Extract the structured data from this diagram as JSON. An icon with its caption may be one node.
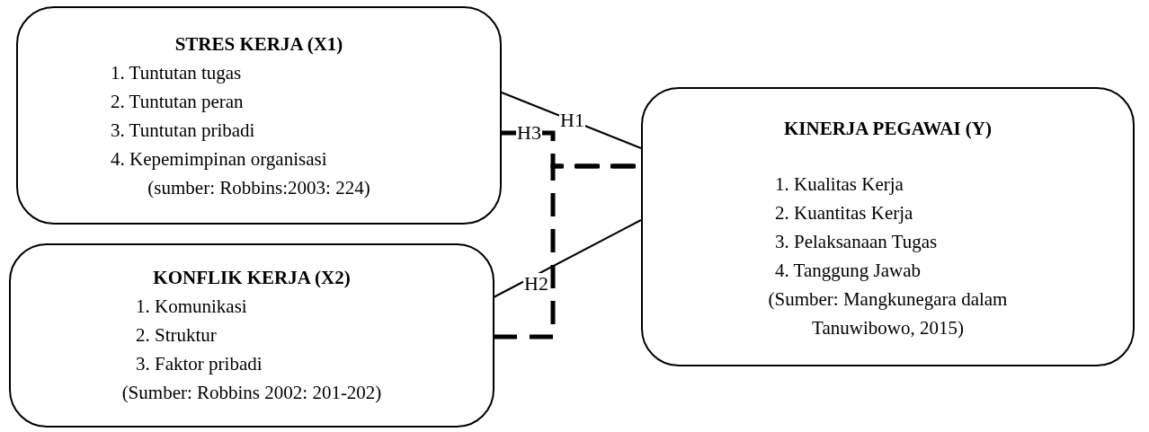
{
  "diagram": {
    "nodes": [
      {
        "text": [
          "STRES KERJA (X1)",
          "1. Tuntutan tugas",
          "2. Tuntutan peran",
          "3. Tuntutan pribadi",
          "4. Kepemimpinan organisasi",
          "(sumber: Robbins:2003: 224)"
        ]
      },
      {
        "text": [
          "KONFLIK KERJA (X2)",
          "1. Komunikasi",
          "2. Struktur",
          "3. Faktor pribadi",
          "(Sumber: Robbins 2002: 201-202)"
        ]
      },
      {
        "text": [
          "KINERJA PEGAWAI (Y)",
          "1. Kualitas Kerja",
          "2. Kuantitas Kerja",
          "3. Pelaksanaan Tugas",
          "4. Tanggung Jawab",
          "(Sumber: Mangkunegara dalam Tanuwibowo, 2015)"
        ]
      }
    ],
    "edges": [
      {
        "from": 0,
        "to": 2,
        "arrow": "none",
        "label": "H1"
      },
      {
        "from": 1,
        "to": 2,
        "arrow": "none",
        "label": "H2"
      },
      {
        "from": 0,
        "to": 2,
        "arrow": "none",
        "style": "dashed",
        "label": "H3"
      },
      {
        "from": 1,
        "to": 2,
        "arrow": "none",
        "style": "dashed"
      }
    ]
  }
}
